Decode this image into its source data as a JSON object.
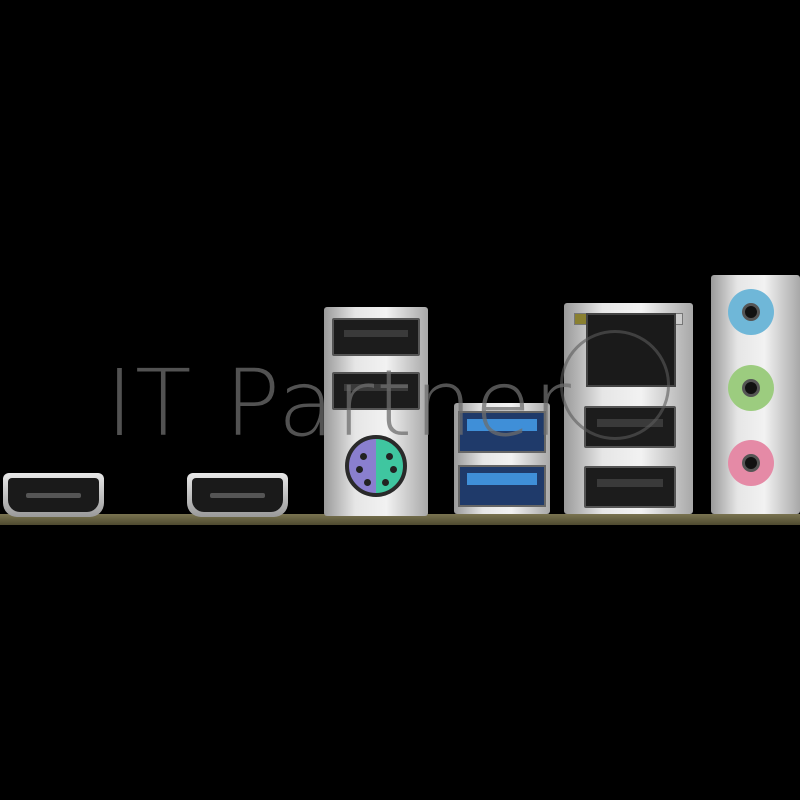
{
  "watermark": {
    "text": "IT Partner"
  },
  "colors": {
    "background": "#000000",
    "pcb": "#5f5a3a",
    "usb3_blue": "#3f8fd8",
    "ps2_mouse": "#3fc6a0",
    "ps2_keyboard": "#8a7fcf",
    "audio_line_in": "#6fb7d8",
    "audio_line_out": "#9ccc7f",
    "audio_mic": "#e58aa6"
  },
  "ports": [
    "hdmi",
    "hdmi",
    "usb2-x2",
    "ps2-combo",
    "usb3-x2",
    "rj45-lan",
    "usb2-x2",
    "audio-jacks-x3"
  ]
}
